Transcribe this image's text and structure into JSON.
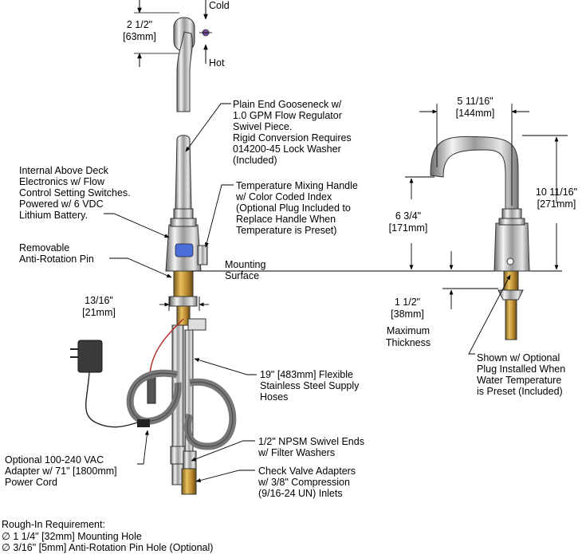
{
  "top_view": {
    "width_dim": "2 1/2\"\n[63mm]",
    "cold_label": "Cold",
    "hot_label": "Hot"
  },
  "callouts": {
    "gooseneck": "Plain End Gooseneck w/\n1.0 GPM Flow Regulator\nSwivel Piece.\nRigid Conversion Requires\n014200-45 Lock Washer\n(Included)",
    "electronics": "Internal Above Deck\nElectronics w/ Flow\nControl Setting Switches.\nPowered w/ 6 VDC\nLithium Battery.",
    "mixing_handle": "Temperature Mixing Handle\nw/ Color Coded Index\n(Optional Plug Included to\nReplace Handle When\nTemperature is Preset)",
    "anti_rotation": "Removable\nAnti-Rotation Pin",
    "mounting_surface": "Mounting\nSurface",
    "shank_dim": "13/16\"\n[21mm]",
    "supply_hoses": "19\" [483mm] Flexible\nStainless Steel Supply\nHoses",
    "swivel_ends": "1/2\" NPSM Swivel Ends\nw/ Filter Washers",
    "check_valve": "Check Valve Adapters\nw/ 3/8\" Compression\n(9/16-24 UN) Inlets",
    "power_cord": "Optional 100-240 VAC\nAdapter w/ 71\" [1800mm]\nPower Cord"
  },
  "side_view": {
    "reach_dim": "5 11/16\"\n[144mm]",
    "height_dim": "10 11/16\"\n[271mm]",
    "spout_height_dim": "6 3/4\"\n[171mm]",
    "thickness_dim": "1 1/2\"\n[38mm]",
    "thickness_label": "Maximum\nThickness",
    "optional_plug": "Shown w/ Optional\nPlug Installed When\nWater Temperature\nis Preset (Included)"
  },
  "rough_in": {
    "title": "Rough-In Requirement:",
    "line1": "∅ 1 1/4\" [32mm] Mounting Hole",
    "line2": "∅ 3/16\" [5mm] Anti-Rotation Pin Hole (Optional)"
  },
  "colors": {
    "brass": "#b8862e",
    "sensor_blue": "#4a6fd8",
    "hose_red": "#b0302a"
  }
}
